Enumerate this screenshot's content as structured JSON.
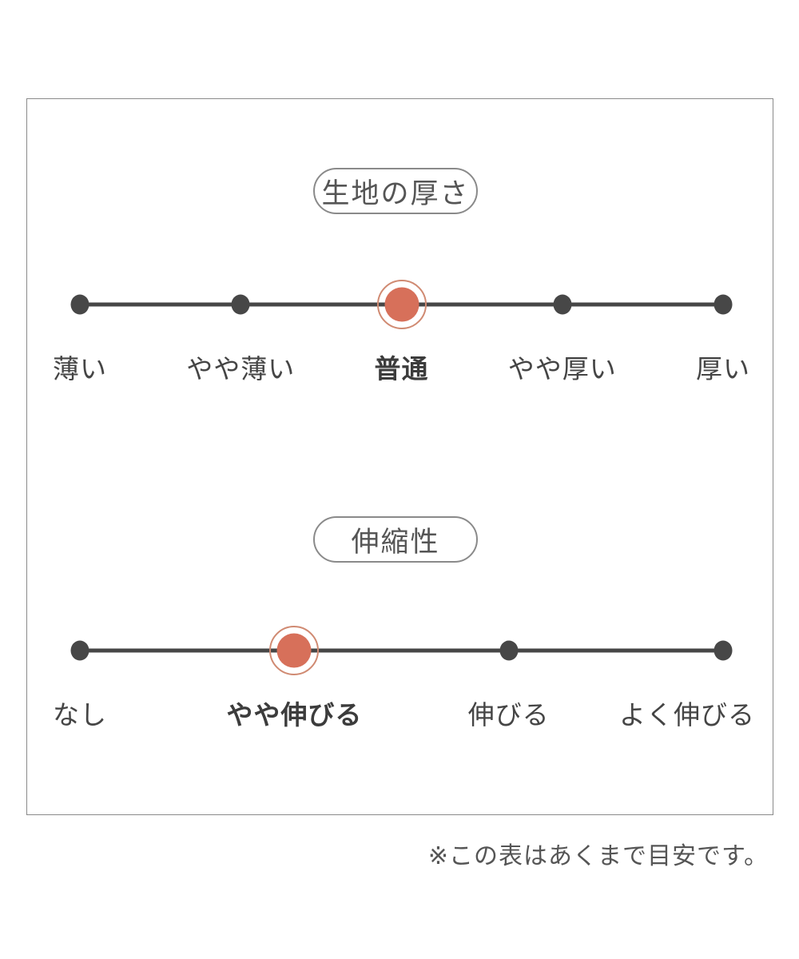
{
  "page": {
    "background": "#ffffff"
  },
  "colors": {
    "frame_border": "#8a8a8a",
    "pill_border": "#8a8a8a",
    "title_text": "#555555",
    "line": "#474747",
    "dot": "#474747",
    "label_text": "#454545",
    "selected_dot_fill": "#d7705a",
    "selected_ring": "#d08a72",
    "note_text": "#555555"
  },
  "note": "※この表はあくまで目安です。",
  "chart_data": [
    {
      "type": "scale",
      "title": "生地の厚さ",
      "categories": [
        "薄い",
        "やや薄い",
        "普通",
        "やや厚い",
        "厚い"
      ],
      "selected_index": 2,
      "selected_value": "普通"
    },
    {
      "type": "scale",
      "title": "伸縮性",
      "categories": [
        "なし",
        "やや伸びる",
        "伸びる",
        "よく伸びる"
      ],
      "selected_index": 1,
      "selected_value": "やや伸びる"
    }
  ]
}
